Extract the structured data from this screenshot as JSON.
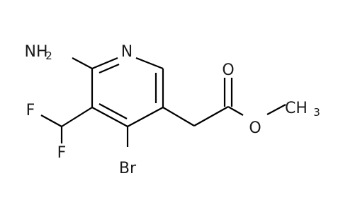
{
  "structure": {
    "atoms": {
      "n_ring": "N",
      "amino": "NH",
      "amino_count": "2",
      "fluorine_top": "F",
      "fluorine_bottom": "F",
      "bromine": "Br",
      "carbonyl_oxygen": "O",
      "ester_oxygen": "O",
      "methyl": "CH",
      "methyl_count": "3"
    },
    "colors": {
      "bond": "#000000",
      "label": "#1a1a1a",
      "background": "#ffffff"
    }
  }
}
